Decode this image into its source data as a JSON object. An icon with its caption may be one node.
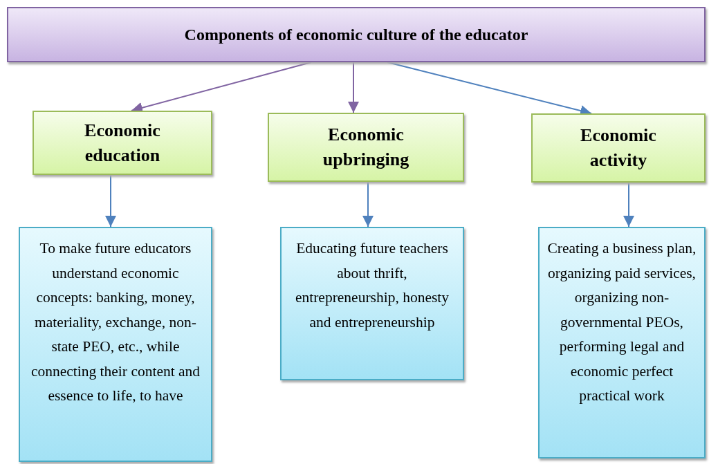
{
  "diagram": {
    "nodes": [
      {
        "text": [
          "Components of economic culture of the educator"
        ]
      },
      {
        "text": [
          "Economic education"
        ]
      },
      {
        "text": [
          "Economic upbringing"
        ]
      },
      {
        "text": [
          "Economic activity"
        ]
      },
      {
        "text": [
          "To make future educators understand economic concepts: banking, money, materiality, exchange, non-state PEO, etc., while connecting their content and essence to life, to have"
        ]
      },
      {
        "text": [
          "Educating future teachers about thrift, entrepreneurship, honesty and entrepreneurship"
        ]
      },
      {
        "text": [
          "Creating a business plan, organizing paid services, organizing non-governmental PEOs, performing legal and economic perfect practical work"
        ]
      }
    ],
    "edges": [
      {
        "from": 0,
        "to": 1,
        "arrow": "to",
        "color": "#8064a2"
      },
      {
        "from": 0,
        "to": 2,
        "arrow": "to",
        "color": "#8064a2"
      },
      {
        "from": 0,
        "to": 3,
        "arrow": "to"
      },
      {
        "from": 1,
        "to": 4,
        "arrow": "to"
      },
      {
        "from": 2,
        "to": 5,
        "arrow": "to"
      },
      {
        "from": 3,
        "to": 6,
        "arrow": "to"
      }
    ]
  }
}
